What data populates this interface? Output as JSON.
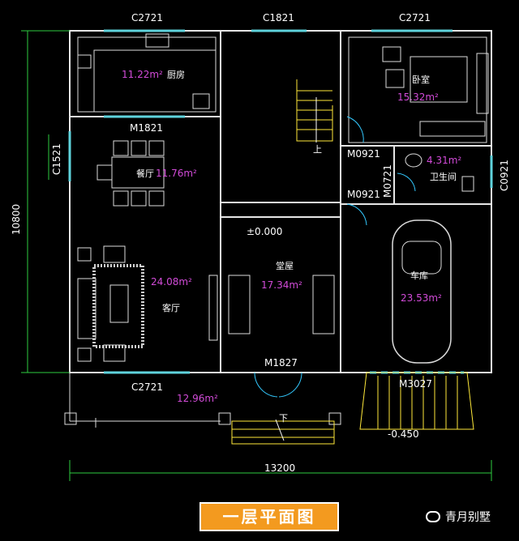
{
  "title": "一层平面图",
  "brand": "青月别墅",
  "dimensions": {
    "top_left_window": "C2721",
    "top_mid_window": "C1821",
    "top_right_window": "C2721",
    "left_window": "C1521",
    "right_window": "C0921",
    "bottom_window": "C2721",
    "overall_height": "10800",
    "overall_width": "13200"
  },
  "doors": {
    "dining": "M1821",
    "bedroom": "M0921",
    "garage_side": "M0921",
    "bathroom": "M0721",
    "entry": "M1827",
    "garage": "M3027"
  },
  "levels": {
    "floor": "±0.000",
    "garage": "-0.450"
  },
  "rooms": {
    "kitchen": {
      "area": "11.22m²",
      "name": "厨房"
    },
    "bedroom": {
      "area": "15.32m²",
      "name": "卧室"
    },
    "dining": {
      "area": "11.76m²",
      "name": "餐厅"
    },
    "bathroom": {
      "area": "4.31m²",
      "name": "卫生间"
    },
    "living": {
      "area": "24.08m²",
      "name": "客厅"
    },
    "hall": {
      "area": "17.34m²",
      "name": "堂屋"
    },
    "garage": {
      "area": "23.53m²",
      "name": "车库"
    },
    "porch": {
      "area": "12.96m²"
    }
  },
  "stair": {
    "up": "上",
    "down": "下"
  }
}
